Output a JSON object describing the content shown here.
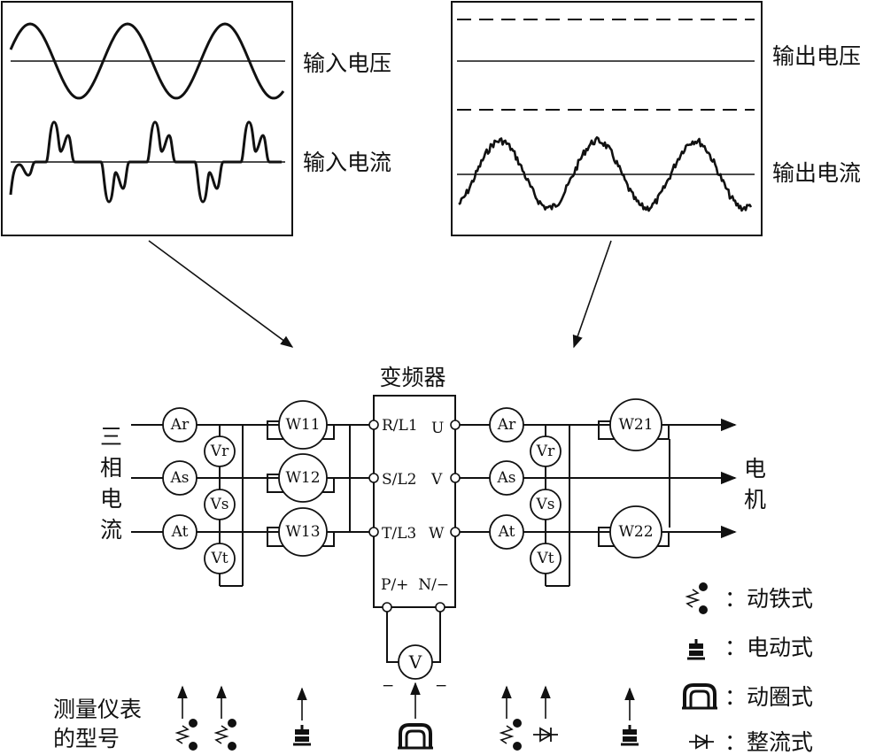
{
  "scope_left": {
    "voltage_label": "输入电压",
    "current_label": "输入电流"
  },
  "scope_right": {
    "voltage_label": "输出电压",
    "current_label": "输出电流"
  },
  "inverter": {
    "title": "变频器",
    "input_terminals": [
      "R/L1",
      "S/L2",
      "T/L3"
    ],
    "output_terminals": [
      "U",
      "V",
      "W"
    ],
    "dc_terminals": "P/+  N/−",
    "dc_meter": "V",
    "dc_signs": [
      "−",
      "−"
    ]
  },
  "left_side": {
    "source_label": [
      "三",
      "相",
      "电",
      "流"
    ],
    "ammeters": [
      "Ar",
      "As",
      "At"
    ],
    "voltmeters": [
      "Vr",
      "Vs",
      "Vt"
    ],
    "wattmeters": [
      "W11",
      "W12",
      "W13"
    ]
  },
  "right_side": {
    "load_label": [
      "电",
      "机"
    ],
    "ammeters": [
      "Ar",
      "As",
      "At"
    ],
    "voltmeters": [
      "Vr",
      "Vs",
      "Vt"
    ],
    "wattmeters": [
      "W21",
      "W22"
    ]
  },
  "legend": {
    "title_line1": "测量仪表",
    "title_line2": "的型号",
    "items": [
      {
        "icon": "moving-iron-icon",
        "label": "：动铁式"
      },
      {
        "icon": "electrodynamic-icon",
        "label": "：电动式"
      },
      {
        "icon": "moving-coil-icon",
        "label": "：动圈式"
      },
      {
        "icon": "rectifier-icon",
        "label": "：整流式"
      }
    ]
  }
}
